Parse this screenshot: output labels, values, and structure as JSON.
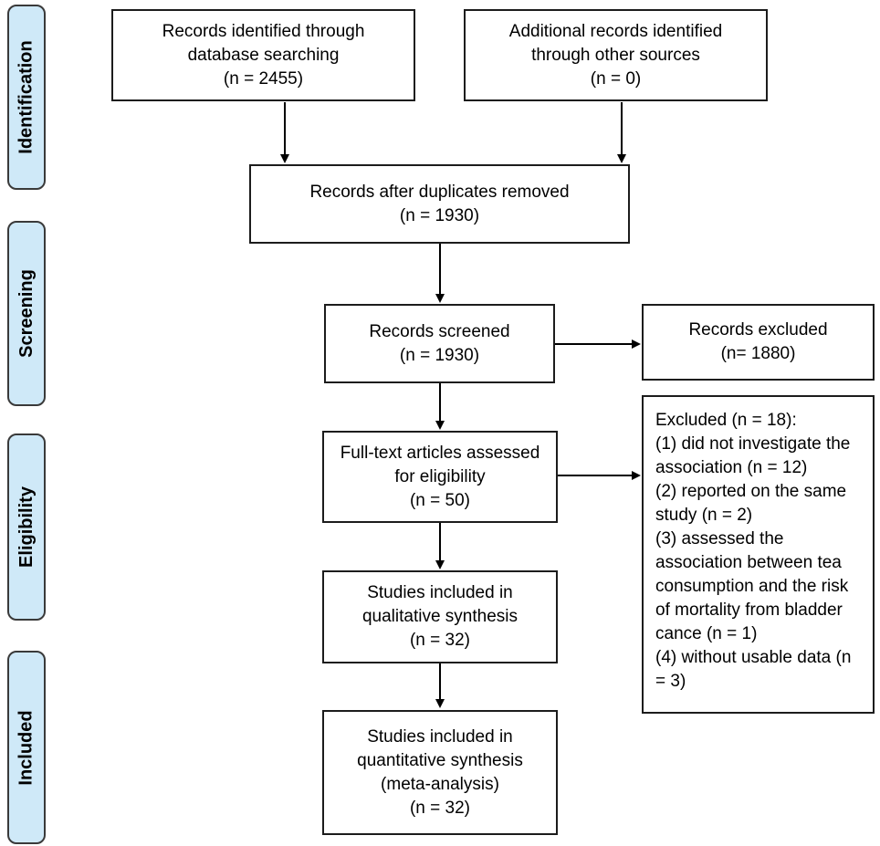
{
  "figure": {
    "kind": "PRISMA flow diagram",
    "colors": {
      "sidebar_fill": "#cfe9f8",
      "sidebar_border": "#3a3a3a",
      "box_border": "#1c1c1c",
      "box_fill": "#ffffff",
      "arrow": "#000000",
      "text": "#000000"
    }
  },
  "sidebar": {
    "items": [
      {
        "label": "Identification"
      },
      {
        "label": "Screening"
      },
      {
        "label": "Eligibility"
      },
      {
        "label": "Included"
      }
    ]
  },
  "diagram": {
    "boxes": {
      "identified_db": "Records identified through\ndatabase searching\n(n = 2455)",
      "identified_other": "Additional records identified\nthrough other sources\n(n = 0)",
      "after_duplicates": "Records after duplicates removed\n(n = 1930)",
      "screened": "Records screened\n(n = 1930)",
      "records_excluded": "Records excluded\n(n= 1880)",
      "fulltext_assessed": "Full-text articles assessed\nfor eligibility\n(n = 50)",
      "fulltext_excluded": "Excluded (n = 18):\n(1) did not investigate the\nassociation (n = 12)\n(2) reported on the same\nstudy (n = 2)\n(3) assessed the\nassociation between tea\nconsumption and the risk\nof mortality from bladder\ncance (n = 1)\n(4) without usable data (n\n= 3)",
      "qualitative_included": "Studies included in\nqualitative synthesis\n(n = 32)",
      "quantitative_included": "Studies included in\nquantitative synthesis\n(meta-analysis)\n(n = 32)"
    }
  }
}
